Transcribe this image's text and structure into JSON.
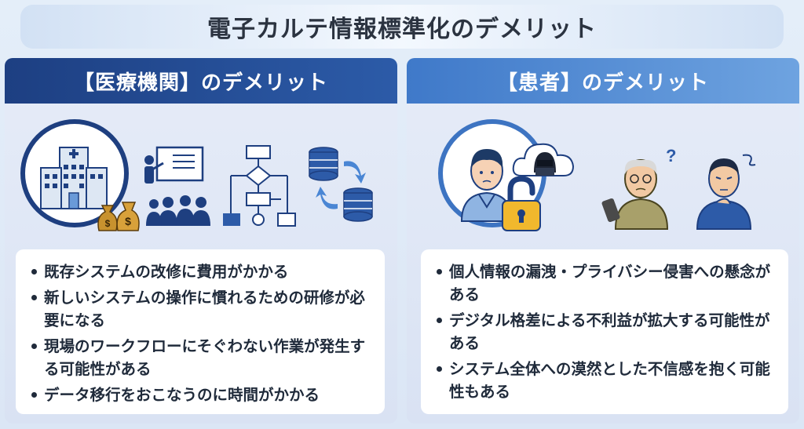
{
  "title": "電子カルテ情報標準化のデメリット",
  "left_panel": {
    "heading": "【医療機関】のデメリット",
    "icons": [
      "hospital-icon",
      "money-bag-icon",
      "presentation-training-icon",
      "workflow-icon",
      "data-migration-icon"
    ],
    "items": [
      "既存システムの改修に費用がかかる",
      "新しいシステムの操作に慣れるための研修が必要になる",
      "現場のワークフローにそぐわない作業が発生する可能性がある",
      "データ移行をおこなうのに時間がかかる"
    ]
  },
  "right_panel": {
    "heading": "【患者】のデメリット",
    "icons": [
      "patient-icon",
      "hacker-cloud-icon",
      "unlocked-padlock-icon",
      "elderly-smartphone-icon",
      "confused-man-icon"
    ],
    "items": [
      "個人情報の漏洩・プライバシー侵害への懸念がある",
      "デジタル格差による不利益が拡大する可能性がある",
      "システム全体への漠然とした不信感を抱く可能性もある"
    ]
  },
  "colors": {
    "left_header": "#1d3f82",
    "right_header": "#3f79c9",
    "panel_bg": "#e6ecf8",
    "text": "#1f2a3a"
  }
}
